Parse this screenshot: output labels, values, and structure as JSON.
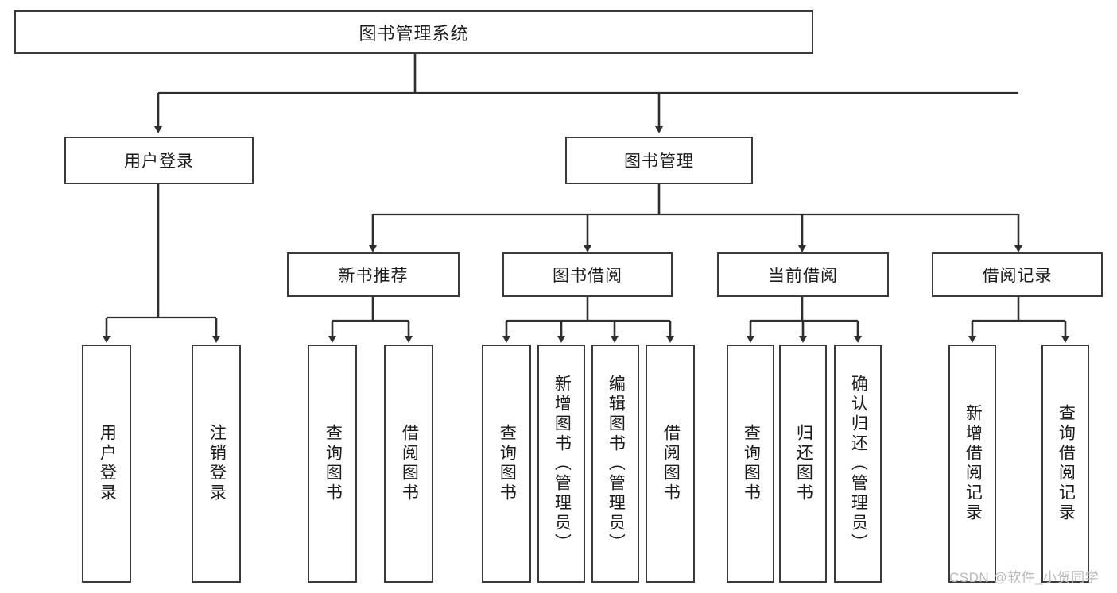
{
  "diagram": {
    "type": "tree-hierarchy",
    "title": "图书管理系统",
    "root": {
      "label": "图书管理系统"
    },
    "level2": [
      {
        "label": "用户登录"
      },
      {
        "label": "图书管理"
      }
    ],
    "level3": [
      {
        "label": "新书推荐"
      },
      {
        "label": "图书借阅"
      },
      {
        "label": "当前借阅"
      },
      {
        "label": "借阅记录"
      }
    ],
    "leaves": {
      "user_login": [
        {
          "label": "用户登录"
        },
        {
          "label": "注销登录"
        }
      ],
      "new_book_recommend": [
        {
          "label": "查询图书"
        },
        {
          "label": "借阅图书"
        }
      ],
      "book_borrow": [
        {
          "label": "查询图书"
        },
        {
          "label": "新增图书（管理员）"
        },
        {
          "label": "编辑图书（管理员）"
        },
        {
          "label": "借阅图书"
        }
      ],
      "current_borrow": [
        {
          "label": "查询图书"
        },
        {
          "label": "归还图书"
        },
        {
          "label": "确认归还（管理员）"
        }
      ],
      "borrow_record": [
        {
          "label": "新增借阅记录"
        },
        {
          "label": "查询借阅记录"
        }
      ]
    }
  },
  "watermark": {
    "text": "CSDN @软件_小贺同学"
  },
  "colors": {
    "box_border": "#3a3a3a",
    "box_fill": "#ffffff",
    "line": "#2e2e2e",
    "text": "#1b1b1b",
    "watermark": "#b9b9b9"
  }
}
